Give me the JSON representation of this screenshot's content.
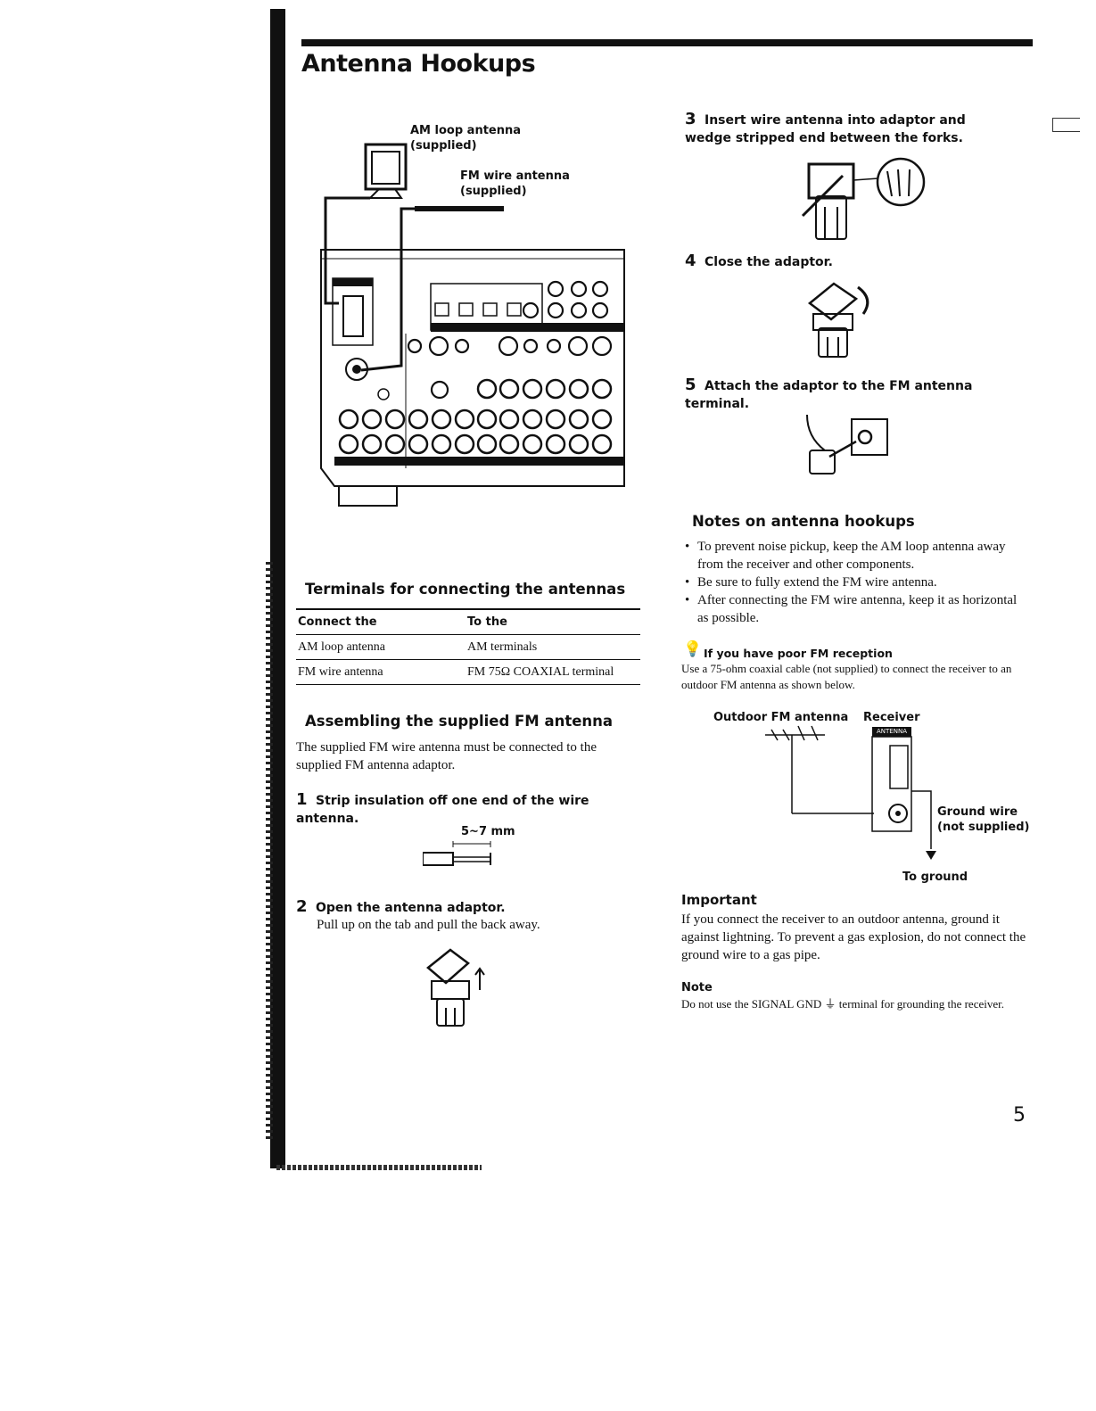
{
  "page": {
    "title": "Antenna Hookups",
    "page_number": "5"
  },
  "diagram": {
    "am_label": "AM loop antenna",
    "am_sub": "(supplied)",
    "fm_label": "FM wire antenna",
    "fm_sub": "(supplied)"
  },
  "terminals": {
    "heading": "Terminals for connecting the antennas",
    "columns": [
      "Connect the",
      "To the"
    ],
    "rows": [
      [
        "AM loop antenna",
        "AM terminals"
      ],
      [
        "FM wire antenna",
        "FM 75Ω COAXIAL terminal"
      ]
    ]
  },
  "assembling": {
    "heading": "Assembling the supplied FM antenna",
    "intro": "The supplied FM wire antenna must be connected to the supplied FM antenna adaptor.",
    "step1_num": "1",
    "step1": "Strip insulation off one end of the wire antenna.",
    "step1_dim": "5~7 mm",
    "step2_num": "2",
    "step2": "Open the antenna adaptor.",
    "step2_body": "Pull up on the tab and pull the back away."
  },
  "right": {
    "step3_num": "3",
    "step3": "Insert wire antenna into adaptor and wedge stripped end between the forks.",
    "step4_num": "4",
    "step4": "Close the adaptor.",
    "step5_num": "5",
    "step5": "Attach the adaptor to the FM antenna terminal.",
    "notes_heading": "Notes on antenna hookups",
    "notes": [
      "To prevent noise pickup, keep the AM loop antenna away from the receiver and other components.",
      "Be sure to fully extend the FM wire antenna.",
      "After connecting the FM wire antenna, keep it as horizontal as possible."
    ],
    "tip_heading": "If you have poor FM reception",
    "tip_body": "Use a 75-ohm coaxial cable (not supplied) to connect the receiver to an outdoor FM antenna as shown below.",
    "outdoor_label": "Outdoor FM antenna",
    "receiver_label": "Receiver",
    "antenna_panel": "ANTENNA",
    "ground_wire": "Ground wire",
    "ground_sub": "(not supplied)",
    "to_ground": "To ground",
    "important_heading": "Important",
    "important_body": "If you connect the receiver to an outdoor antenna, ground it against lightning. To prevent a gas explosion, do not connect the ground wire to a gas pipe.",
    "note_heading": "Note",
    "note_body": "Do not use the SIGNAL GND ⏚ terminal for grounding the receiver."
  }
}
